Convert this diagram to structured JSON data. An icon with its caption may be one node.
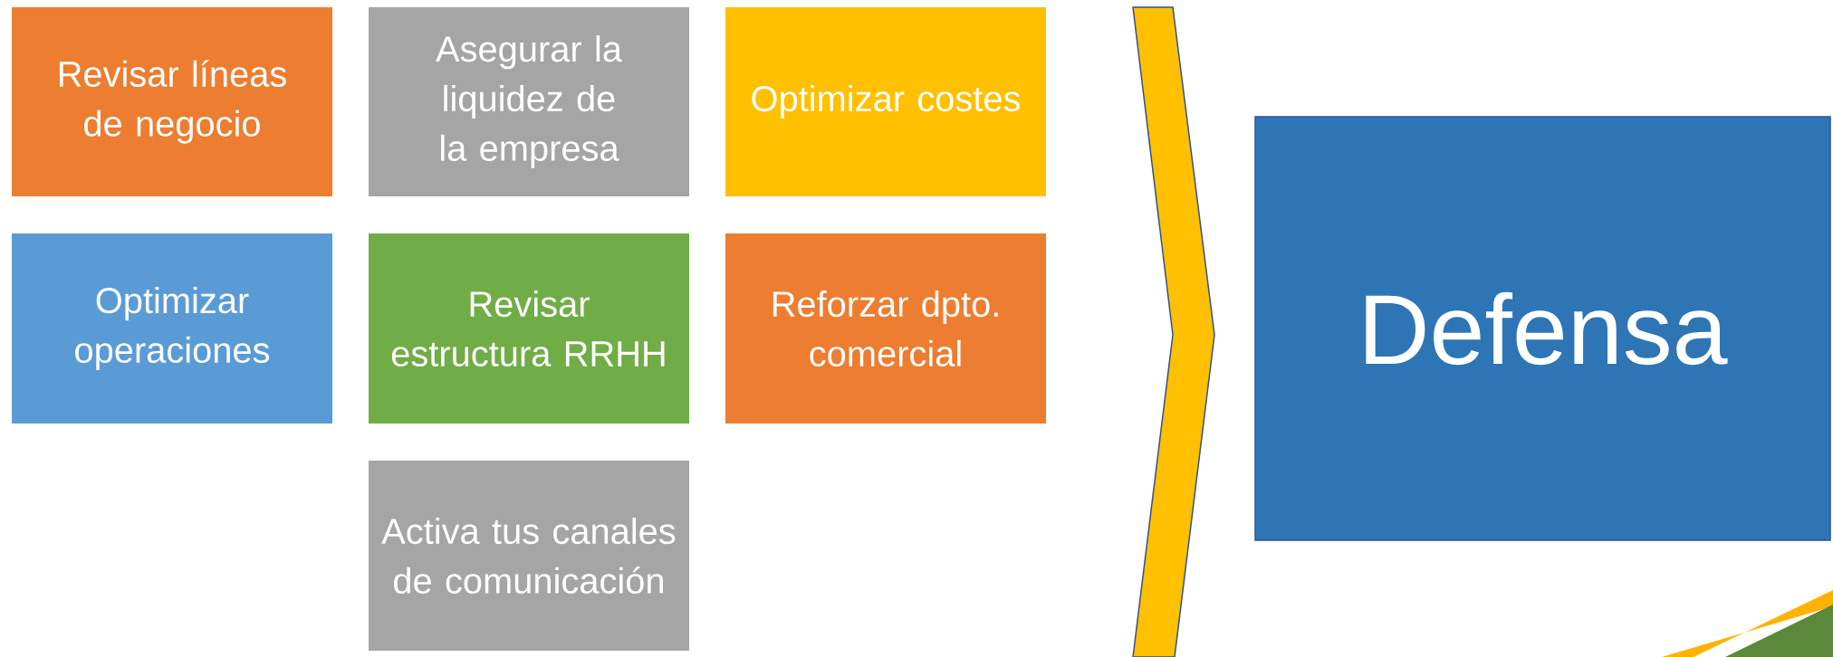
{
  "diagram": {
    "nodes": [
      {
        "text": [
          "Revisar líneas de negocio"
        ]
      },
      {
        "text": [
          "Asegurar la liquidez de  la empresa"
        ]
      },
      {
        "text": [
          "Optimizar costes"
        ]
      },
      {
        "text": [
          "Optimizar operaciones"
        ]
      },
      {
        "text": [
          "Revisar estructura RRHH"
        ]
      },
      {
        "text": [
          "Reforzar dpto. comercial"
        ]
      },
      {
        "text": [
          "Activa tus canales de comunicación"
        ]
      },
      {
        "text": [],
        "shape": "chevron"
      },
      {
        "text": [
          "Defensa"
        ]
      }
    ]
  }
}
